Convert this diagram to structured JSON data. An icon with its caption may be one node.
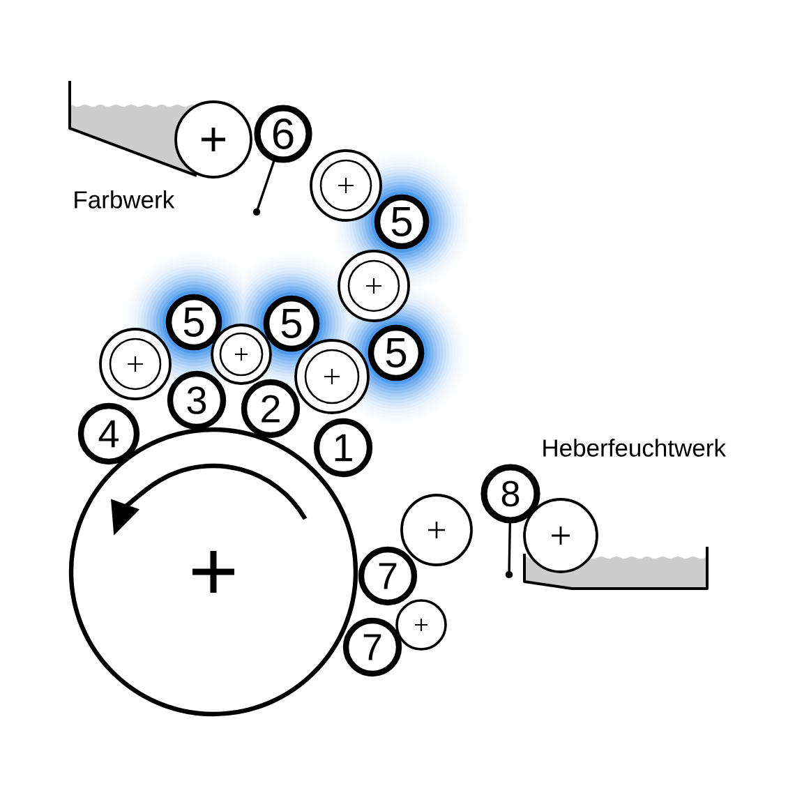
{
  "diagram": {
    "nodes": [
      {
        "text": [],
        "shape": "circle"
      },
      {
        "text": [
          "6"
        ]
      },
      {
        "text": [],
        "shape": "circle"
      },
      {
        "text": [
          "5"
        ]
      },
      {
        "text": [],
        "shape": "circle"
      },
      {
        "text": [
          "5"
        ]
      },
      {
        "text": [
          "5"
        ]
      },
      {
        "text": [
          "5"
        ]
      },
      {
        "text": [],
        "shape": "circle"
      },
      {
        "text": [],
        "shape": "circle"
      },
      {
        "text": [],
        "shape": "circle"
      },
      {
        "text": [
          "3"
        ]
      },
      {
        "text": [
          "2"
        ]
      },
      {
        "text": [
          "4"
        ]
      },
      {
        "text": [
          "1"
        ]
      },
      {
        "text": [
          "8"
        ]
      },
      {
        "text": [],
        "shape": "circle"
      },
      {
        "text": [],
        "shape": "circle"
      },
      {
        "text": [],
        "shape": "circle"
      },
      {
        "text": [
          "7"
        ]
      },
      {
        "text": [],
        "shape": "circle"
      },
      {
        "text": [
          "7"
        ]
      }
    ],
    "labels": [
      "Farbwerk",
      "Heberfeuchtwerk"
    ]
  }
}
